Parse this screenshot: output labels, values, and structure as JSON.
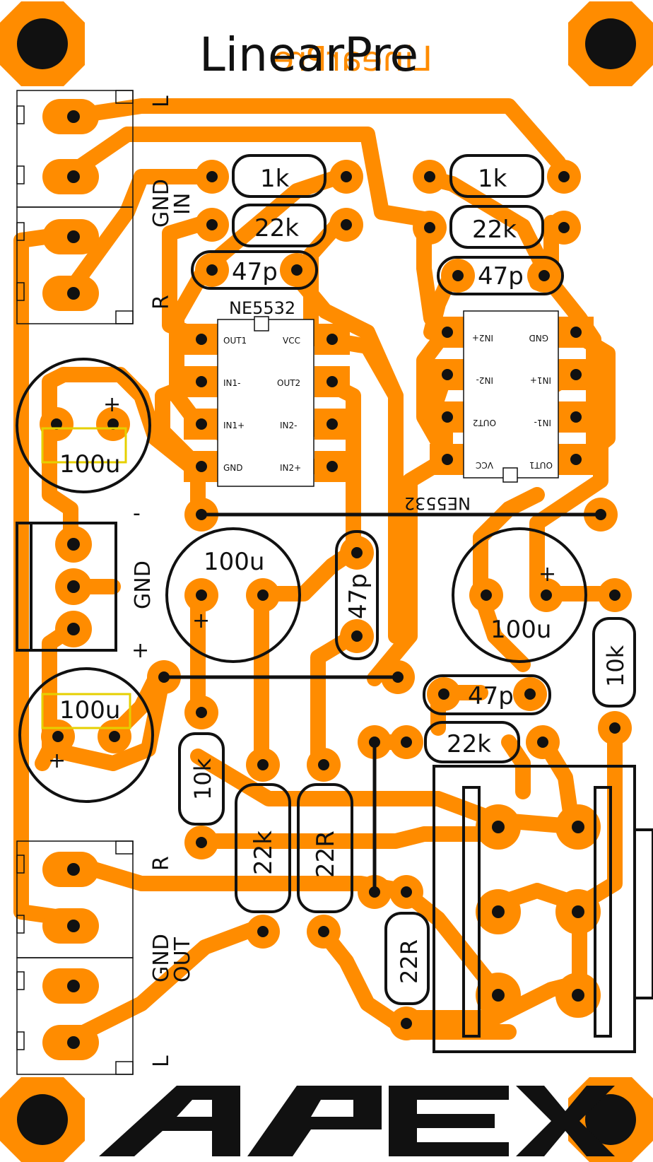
{
  "title": "LinearPre",
  "title_mirrored": "LinearPre",
  "brand": "APEX",
  "connectors": {
    "in_gnd": "GND",
    "in_label": "IN",
    "in_l": "L",
    "in_r": "R",
    "out_gnd": "GND",
    "out_label": "OUT",
    "out_l": "L",
    "out_r": "R",
    "power_minus": "-",
    "power_gnd": "GND",
    "power_plus": "+"
  },
  "resistors": {
    "r_1k_left": "1k",
    "r_1k_right": "1k",
    "r_22k_left": "22k",
    "r_22k_right": "22k",
    "r_22k_lower": "22k",
    "r_22k_vertical": "22k",
    "r_22R_vertical": "22R",
    "r_22R_lower": "22R",
    "r_10k_left": "10k",
    "r_10k_right": "10k"
  },
  "capacitors": {
    "c_47p_left": "47p",
    "c_47p_right": "47p",
    "c_47p_vertical": "47p",
    "c_47p_lower": "47p",
    "c_100u_top_left": "100u",
    "c_100u_bottom_left": "100u",
    "c_100u_center": "100u",
    "c_100u_right": "100u",
    "plus": "+"
  },
  "ic_left": {
    "name": "NE5532",
    "pins_left": [
      "OUT1",
      "IN1-",
      "IN1+",
      "GND"
    ],
    "pins_right": [
      "VCC",
      "OUT2",
      "IN2-",
      "IN2+"
    ]
  },
  "ic_right": {
    "name": "NE5532",
    "pins_left": [
      "IN2+",
      "IN2-",
      "OUT2",
      "VCC"
    ],
    "pins_right": [
      "GND",
      "IN1+",
      "IN1-",
      "OUT1"
    ]
  },
  "colors": {
    "copper": "#ff8c00",
    "silk": "#111111",
    "courtyard": "#e6d000"
  }
}
